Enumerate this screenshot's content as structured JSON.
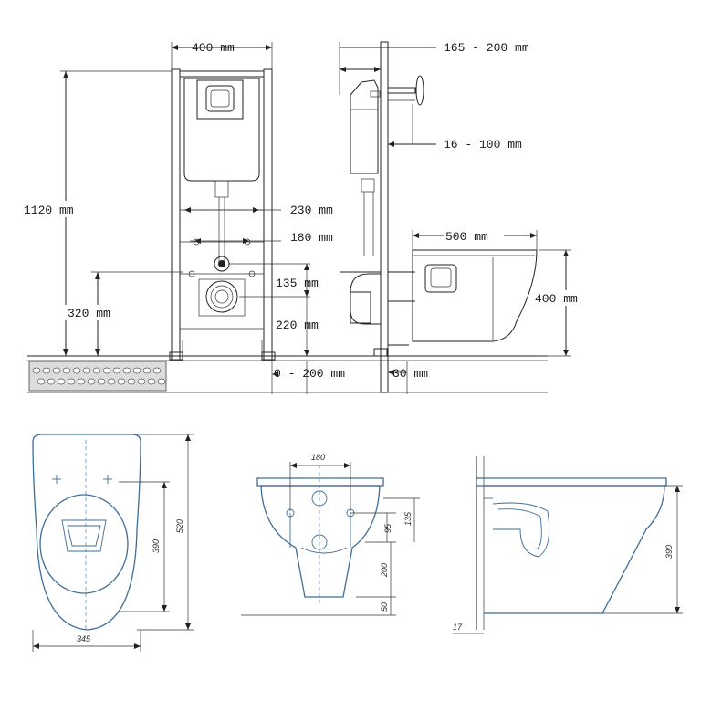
{
  "top": {
    "front_view": {
      "width_label": "400 mm",
      "height_label": "1120 mm",
      "floor_offset_label": "320 mm",
      "dim_230": "230 mm",
      "dim_180": "180 mm",
      "dim_135": "135 mm",
      "dim_220": "220 mm",
      "dim_0_200": "0 - 200 mm"
    },
    "side_view": {
      "depth_label": "165 - 200 mm",
      "bracket_label": "16 - 100 mm",
      "bowl_length_label": "500 mm",
      "bowl_height_label": "400 mm",
      "gap_label": "30 mm"
    }
  },
  "bottom": {
    "plan_view": {
      "length": "520",
      "inner": "390",
      "width": "345"
    },
    "front_view": {
      "bolt_spacing": "180",
      "dim_95": "95",
      "dim_135": "135",
      "dim_200": "200",
      "dim_50": "50"
    },
    "side_view": {
      "height": "390",
      "offset": "17"
    }
  },
  "colors": {
    "line": "#222222",
    "bowl": "#3e6d99"
  }
}
